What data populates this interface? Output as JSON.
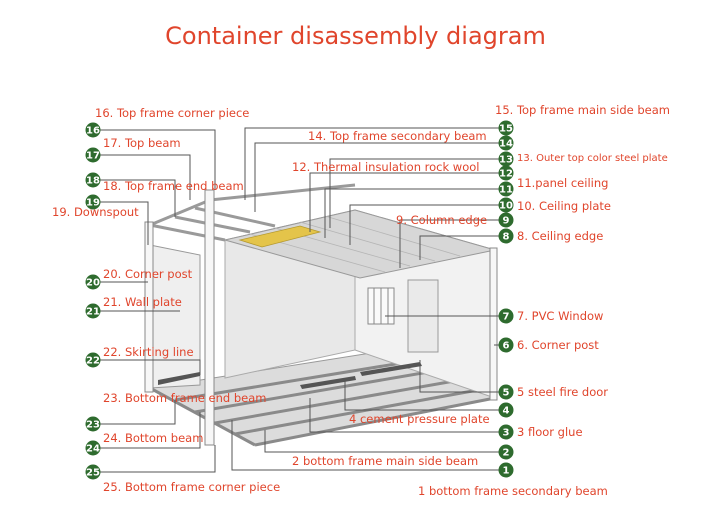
{
  "title": "Container disassembly diagram",
  "labels": [
    {
      "num": "1",
      "text": "1 bottom frame secondary beam"
    },
    {
      "num": "2",
      "text": "2 bottom frame main side beam"
    },
    {
      "num": "3",
      "text": "3 floor glue"
    },
    {
      "num": "4",
      "text": "4 cement pressure plate"
    },
    {
      "num": "5",
      "text": "5 steel fire door"
    },
    {
      "num": "6",
      "text": "6. Corner post"
    },
    {
      "num": "7",
      "text": "7. PVC Window"
    },
    {
      "num": "8",
      "text": "8. Ceiling edge"
    },
    {
      "num": "9",
      "text": "9. Column edge"
    },
    {
      "num": "10",
      "text": "10. Ceiling plate"
    },
    {
      "num": "11",
      "text": "11.panel ceiling"
    },
    {
      "num": "12",
      "text": "12. Thermal insulation rock wool"
    },
    {
      "num": "13",
      "text": "13. Outer top color steel plate"
    },
    {
      "num": "14",
      "text": "14. Top frame secondary beam"
    },
    {
      "num": "15",
      "text": "15. Top frame main side beam"
    },
    {
      "num": "16",
      "text": "16. Top frame corner piece"
    },
    {
      "num": "17",
      "text": "17. Top beam"
    },
    {
      "num": "18",
      "text": "18. Top frame end beam"
    },
    {
      "num": "19",
      "text": "19. Downspout"
    },
    {
      "num": "20",
      "text": "20. Corner post"
    },
    {
      "num": "21",
      "text": "21. Wall plate"
    },
    {
      "num": "22",
      "text": "22. Skirting line"
    },
    {
      "num": "23",
      "text": "23. Bottom frame end beam"
    },
    {
      "num": "24",
      "text": "24. Bottom beam"
    },
    {
      "num": "25",
      "text": "25. Bottom frame corner piece"
    }
  ]
}
